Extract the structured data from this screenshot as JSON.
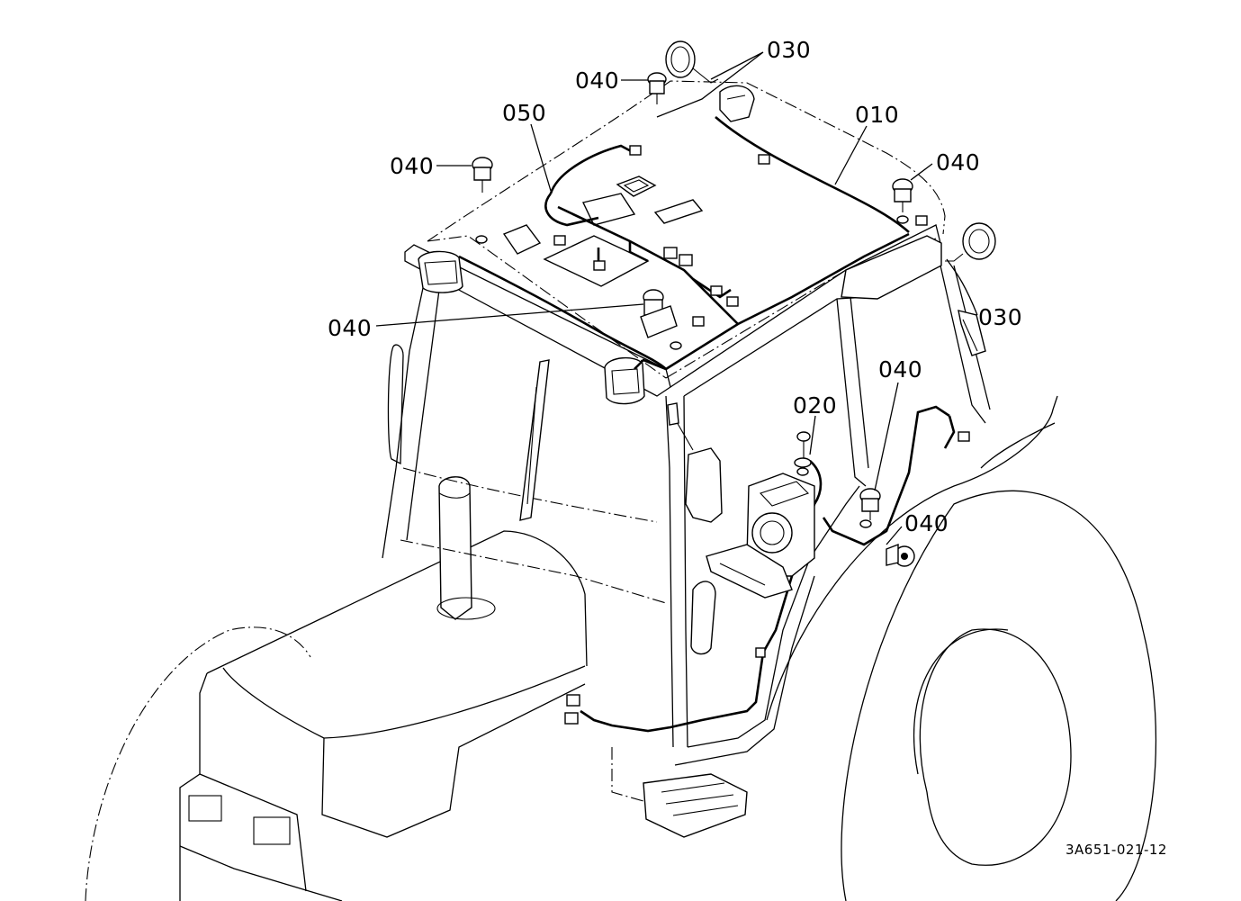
{
  "callouts": [
    {
      "id": "030-top",
      "text": "030"
    },
    {
      "id": "040-top",
      "text": "040"
    },
    {
      "id": "050",
      "text": "050"
    },
    {
      "id": "010",
      "text": "010"
    },
    {
      "id": "040-left",
      "text": "040"
    },
    {
      "id": "040-right",
      "text": "040"
    },
    {
      "id": "030-right",
      "text": "030"
    },
    {
      "id": "040-center",
      "text": "040"
    },
    {
      "id": "040-mid",
      "text": "040"
    },
    {
      "id": "020",
      "text": "020"
    },
    {
      "id": "040-lower",
      "text": "040"
    }
  ],
  "figure_code": "3A651-021-12"
}
